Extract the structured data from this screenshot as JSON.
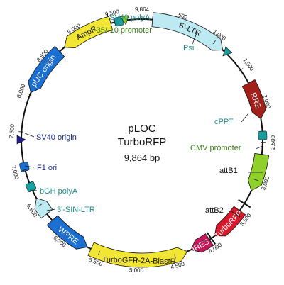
{
  "plasmid": {
    "name_line1": "pLOC",
    "name_line2": "TurboRFP",
    "size": "9,864 bp"
  },
  "scale_labels": [
    "9,864",
    "500",
    "1,000",
    "1,500",
    "2,000",
    "2,500",
    "3,000",
    "3,500",
    "4,000",
    "4,500",
    "5,000",
    "5,500",
    "6,000",
    "6,500",
    "7,000",
    "7,500",
    "8,000",
    "8,500",
    "9,000",
    "9,500"
  ],
  "features": {
    "ltr5": "5'-LTR",
    "rre": "RRE",
    "turborfp": "TurboRFP",
    "ires": "IRES",
    "turbogfp": "TurboGFP-2A-BlastR",
    "wpre": "WPRE",
    "puc": "pUC origin",
    "ampr": "AmpR"
  },
  "labels": {
    "sv40_polya": "SV40 polyA",
    "promoter_35_10": "-35/-10 promoter",
    "psi": "Psi",
    "cppt": "cPPT",
    "cmv": "CMV promoter",
    "attb1": "attB1",
    "attb2": "attB2",
    "sv40_origin": "SV40 origin",
    "f1_ori": "F1 ori",
    "bgh_polya": "bGH polyA",
    "sin_ltr3": "3'-SIN-LTR"
  },
  "colors": {
    "ltr5": "#bde9f2",
    "rre": "#a3201a",
    "cppt": "#1a9c9c",
    "cmv": "#8fd12a",
    "turborfp": "#d8192b",
    "ires": "#c2185b",
    "turbogfp": "#f2e634",
    "wpre": "#1a6fd1",
    "sin_ltr3": "#bde9f2",
    "bgh": "#1aa3a3",
    "f1": "#1a6fd1",
    "sv40": "#22228a",
    "puc": "#1a6fd1",
    "ampr": "#f2e634",
    "teal_text": "#1f8a8a",
    "green_text": "#3a7a1a",
    "navy_text": "#1a2a8a"
  }
}
